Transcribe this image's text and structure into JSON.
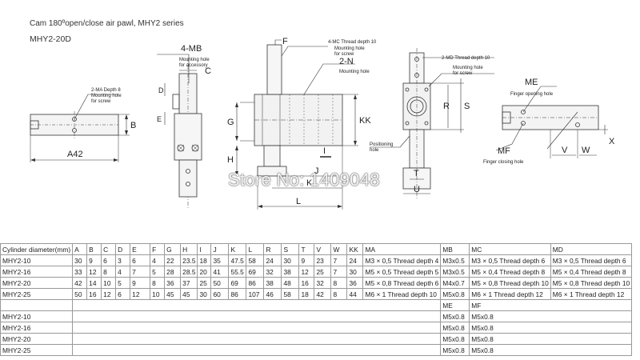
{
  "header": {
    "title": "Cam 180ºopen/close air pawl, MHY2 series",
    "model": "MHY2-20D"
  },
  "watermark": "Store No: 1409048",
  "labels": {
    "ma": "2-MA Depth 8",
    "ma_note1": "Mounting hole",
    "ma_note2": "for screw",
    "a42": "A42",
    "b": "B",
    "mb": "4-MB",
    "mb_note1": "Mounting hole",
    "mb_note2": "for accessory",
    "c": "C",
    "d": "D",
    "e": "E",
    "f": "F",
    "mc": "4-MC Thread depth 10",
    "mc_note1": "Mounting hole",
    "mc_note2": "for screw",
    "n": "2-N",
    "n_note": "Mounting hole",
    "g": "G",
    "h": "H",
    "kk": "KK",
    "i": "I",
    "j": "J",
    "k": "K",
    "l": "L",
    "positioning1": "Positioning",
    "positioning2": "hole",
    "md": "2-MD Thread depth 10",
    "md_note1": "Mounting hole",
    "md_note2": "for screw",
    "r": "R",
    "s": "S",
    "t": "T",
    "u": "U",
    "me": "ME",
    "me_note": "Finger opening hole",
    "mf": "MF",
    "mf_note": "Finger closing hole",
    "v": "V",
    "w": "W",
    "x": "X"
  },
  "table": {
    "header": [
      "Cylinder diameter(mm)",
      "A",
      "B",
      "C",
      "D",
      "E",
      "F",
      "G",
      "H",
      "I",
      "J",
      "K",
      "L",
      "R",
      "S",
      "T",
      "V",
      "W",
      "KK",
      "MA",
      "MB",
      "MC",
      "MD"
    ],
    "rows": [
      [
        "MHY2-10",
        "30",
        "9",
        "6",
        "3",
        "6",
        "4",
        "22",
        "23.5",
        "18",
        "35",
        "47.5",
        "58",
        "24",
        "30",
        "9",
        "23",
        "7",
        "24",
        "M3 × 0,5 Thread depth 4",
        "M3x0.5",
        "M3 × 0,5 Thread depth 6",
        "M3 × 0,5 Thread depth 6"
      ],
      [
        "MHY2-16",
        "33",
        "12",
        "8",
        "4",
        "7",
        "5",
        "28",
        "28.5",
        "20",
        "41",
        "55.5",
        "69",
        "32",
        "38",
        "12",
        "25",
        "7",
        "30",
        "M5 × 0,5 Thread depth 5",
        "M3x0.5",
        "M5 × 0,4 Thread depth 8",
        "M5 × 0,4 Thread depth 8"
      ],
      [
        "MHY2-20",
        "42",
        "14",
        "10",
        "5",
        "9",
        "8",
        "36",
        "37",
        "25",
        "50",
        "69",
        "86",
        "38",
        "48",
        "16",
        "32",
        "8",
        "36",
        "M5 × 0,8 Thread depth 6",
        "M4x0.7",
        "M5 × 0,8 Thread depth 10",
        "M5 × 0,8 Thread depth 10"
      ],
      [
        "MHY2-25",
        "50",
        "16",
        "12",
        "6",
        "12",
        "10",
        "45",
        "45",
        "30",
        "60",
        "86",
        "107",
        "46",
        "58",
        "18",
        "42",
        "8",
        "44",
        "M6 × 1 Thread depth 10",
        "M5x0.8",
        "M6 × 1 Thread depth 12",
        "M6 × 1 Thread depth 12"
      ]
    ],
    "header2": [
      "ME",
      "MF"
    ],
    "rows2": [
      {
        "model": "MHY2-10",
        "me": "M5x0.8",
        "mf": "M5x0.8"
      },
      {
        "model": "MHY2-16",
        "me": "M5x0.8",
        "mf": "M5x0.8"
      },
      {
        "model": "MHY2-20",
        "me": "M5x0.8",
        "mf": "M5x0.8"
      },
      {
        "model": "MHY2-25",
        "me": "M5x0.8",
        "mf": "M5x0.8"
      }
    ]
  }
}
